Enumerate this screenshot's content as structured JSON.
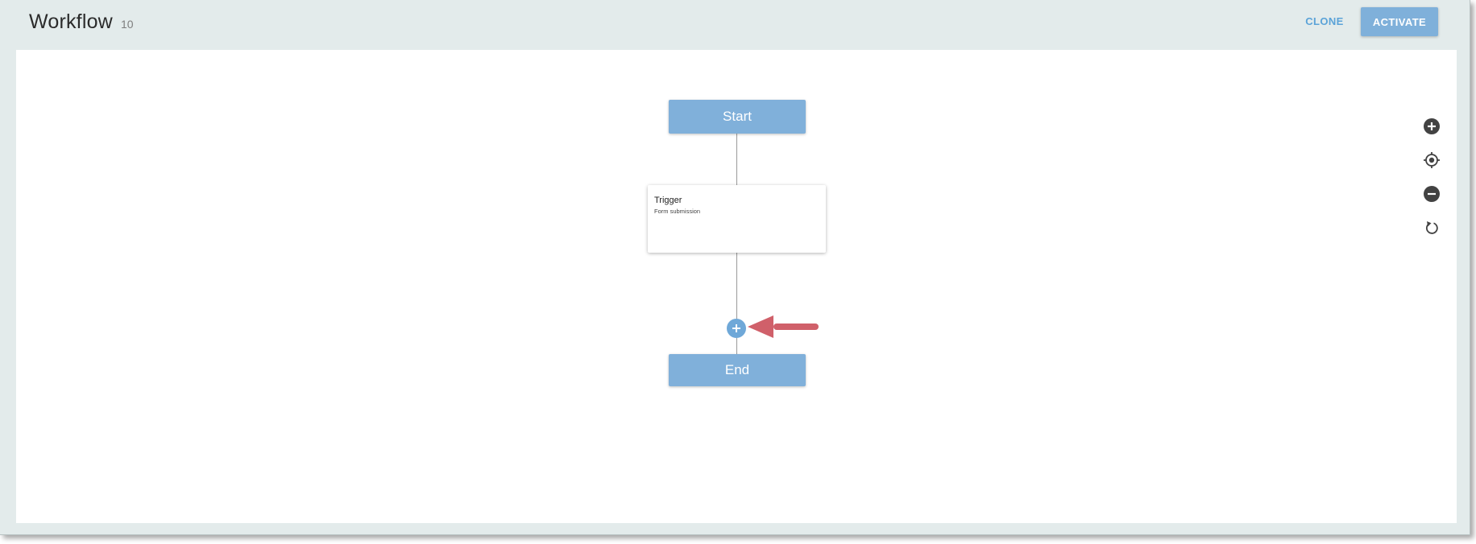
{
  "header": {
    "title": "Workflow",
    "count": "10",
    "clone_label": "CLONE",
    "activate_label": "ACTIVATE"
  },
  "workflow": {
    "start_label": "Start",
    "trigger": {
      "title": "Trigger",
      "subtitle": "Form submission"
    },
    "end_label": "End"
  },
  "canvas_controls": [
    {
      "icon": "zoom-in-icon"
    },
    {
      "icon": "recenter-icon"
    },
    {
      "icon": "zoom-out-icon"
    },
    {
      "icon": "reset-icon"
    }
  ],
  "colors": {
    "accent": "#7fb0da",
    "accent_text": "#5ba3d8",
    "header_bg": "#e3ebeb",
    "callout_arrow": "#d0606a"
  }
}
